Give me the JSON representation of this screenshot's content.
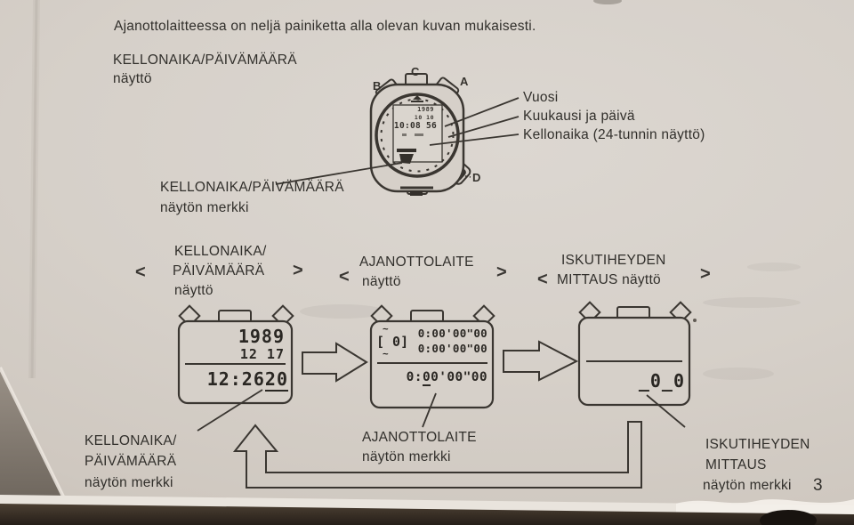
{
  "colors": {
    "paper": "#d6d0c9",
    "ink": "#312f2b",
    "edge_brown": "#3e352b",
    "table_gray": "#8d847a"
  },
  "intro_text": "Ajanottolaitteessa on neljä painiketta alla olevan kuvan mukaisesti.",
  "clock_section": {
    "heading_line1": "KELLONAIKA/PÄIVÄMÄÄRÄ",
    "heading_line2": "näyttö",
    "button_labels": {
      "a": "A",
      "b": "B",
      "c": "C",
      "d": "D"
    },
    "watch_display": {
      "year": "1989",
      "date": "10 10",
      "time": "10:08 56"
    },
    "callout_year": "Vuosi",
    "callout_month_day": "Kuukausi ja päivä",
    "callout_time": "Kellonaika (24-tunnin näyttö)",
    "marker_label_line1": "KELLONAIKA/PÄIVÄMÄÄRÄ",
    "marker_label_line2": "näytön merkki"
  },
  "mode_row": {
    "chevron_left": "<",
    "chevron_right": ">",
    "col1": {
      "line1": "KELLONAIKA/",
      "line2": "PÄIVÄMÄÄRÄ",
      "line3": "näyttö"
    },
    "col2": {
      "line1": "AJANOTTOLAITE",
      "line2": "näyttö"
    },
    "col3": {
      "line1": "ISKUTIHEYDEN",
      "line2": "MITTAUS näyttö"
    }
  },
  "displays": {
    "clock": {
      "year": "1989",
      "date": "12 17",
      "time_main": "12:26",
      "time_seconds": "20"
    },
    "timer": {
      "tilde_top": "~",
      "lap": "[ 0]",
      "tilde_bottom": "~",
      "row1": "0:00'00\"00",
      "row2": "0:00'00\"00",
      "row3_pre": "0:",
      "row3_underlined": "0",
      "row3_rest": "0'00\"00"
    },
    "strike": {
      "value": "_0_0"
    }
  },
  "footer": {
    "left_label": {
      "line1": "KELLONAIKA/",
      "line2": "PÄIVÄMÄÄRÄ",
      "line3": "näytön merkki"
    },
    "center_label": {
      "line1": "AJANOTTOLAITE",
      "line2": "näytön merkki"
    },
    "right_label": {
      "line1": "ISKUTIHEYDEN",
      "line2": "MITTAUS",
      "line3": "näytön merkki"
    },
    "page_number": "3"
  }
}
